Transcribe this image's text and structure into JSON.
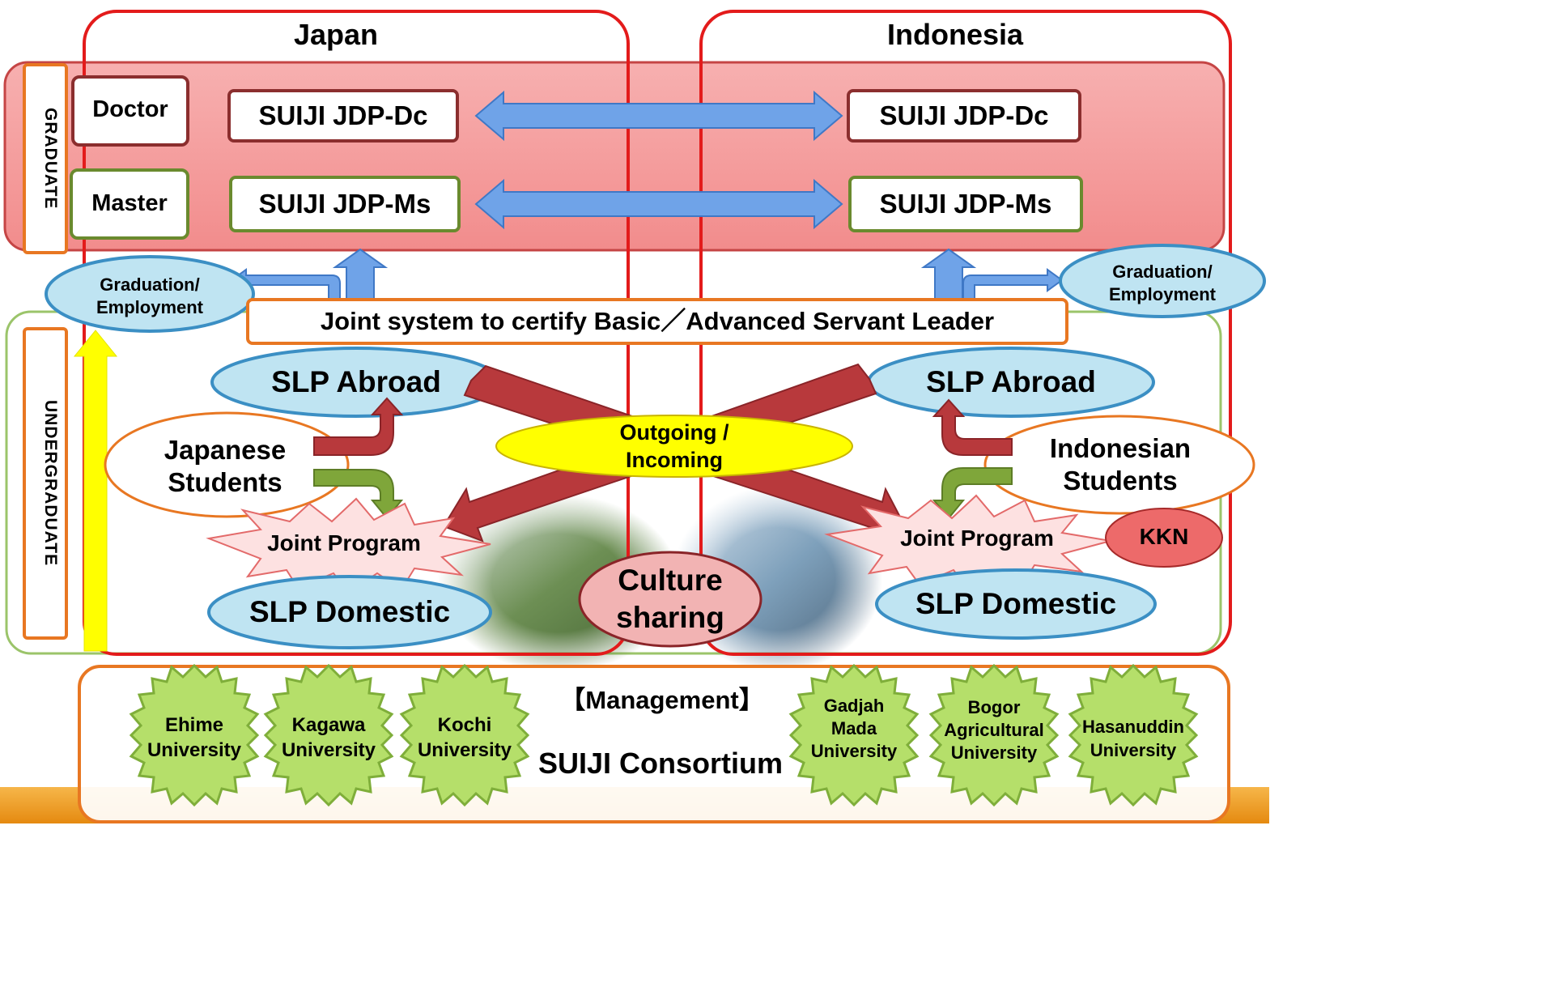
{
  "columns": {
    "left": "Japan",
    "right": "Indonesia"
  },
  "levels": {
    "graduate": "GRADUATE",
    "undergraduate": "UNDERGRADUATE"
  },
  "degrees": {
    "doctor": "Doctor",
    "master": "Master"
  },
  "programs": {
    "jdp_dc_jp": "SUIJI JDP-Dc",
    "jdp_ms_jp": "SUIJI JDP-Ms",
    "jdp_dc_id": "SUIJI JDP-Dc",
    "jdp_ms_id": "SUIJI JDP-Ms"
  },
  "graduation": {
    "left": "Graduation/\nEmployment",
    "right": "Graduation/\nEmployment"
  },
  "joint_system": "Joint system to certify  Basic／Advanced Servant Leader",
  "slp_abroad": {
    "left": "SLP Abroad",
    "right": "SLP Abroad"
  },
  "students": {
    "left": "Japanese\nStudents",
    "right": "Indonesian\nStudents"
  },
  "outgoing": "Outgoing /\nIncoming",
  "joint_program": {
    "left": "Joint Program",
    "right": "Joint Program"
  },
  "kkn": "KKN",
  "slp_domestic": {
    "left": "SLP Domestic",
    "right": "SLP Domestic"
  },
  "culture": "Culture\nsharing",
  "management": "【Management】",
  "consortium": "SUIJI Consortium",
  "universities": [
    "Ehime\nUniversity",
    "Kagawa\nUniversity",
    "Kochi\nUniversity",
    "Gadjah\nMada\nUniversity",
    "Bogor\nAgricultural\nUniversity",
    "Hasanuddin\nUniversity"
  ],
  "colors": {
    "column_border": "#e31b1b",
    "graduate_fill": "#f59a9a",
    "doctor_border": "#8b2e2e",
    "master_border": "#6a8a2e",
    "blue_arrow": "#6fa3e8",
    "ellipse_fill": "#bfe4f2",
    "ellipse_border": "#3b8fc4",
    "red_arrow": "#b8393c",
    "green_arrow": "#7fa63a",
    "yellow": "#ffff00",
    "orange": "#e87722",
    "gear": "#b5df6a",
    "footer_band": "#f0a01e"
  }
}
